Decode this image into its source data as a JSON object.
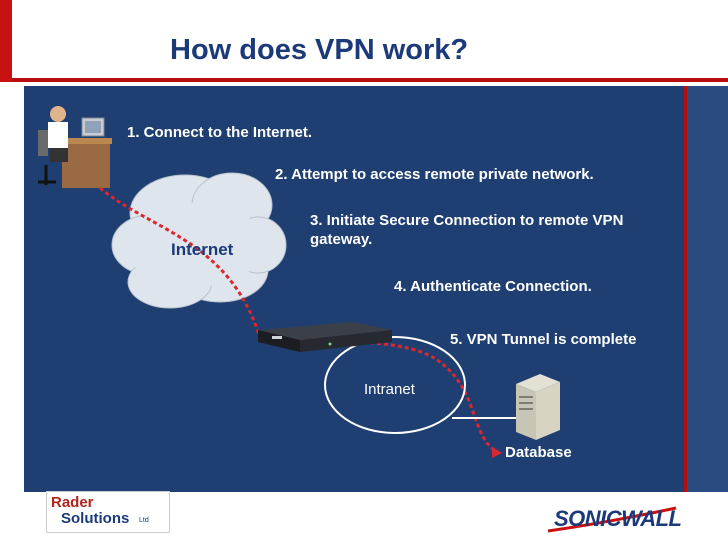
{
  "title": "How does VPN work?",
  "steps": [
    "1.  Connect to the Internet.",
    "2.  Attempt to access remote private network.",
    "3.  Initiate Secure Connection to remote VPN gateway.",
    "4.  Authenticate Connection.",
    "5.  VPN Tunnel is complete"
  ],
  "labels": {
    "internet": "Internet",
    "intranet": "Intranet",
    "database": "Database"
  },
  "logos": {
    "left_line1": "Rader",
    "left_line2": "Solutions",
    "left_suffix": "Ltd",
    "right": "SONICWALL"
  },
  "colors": {
    "background_panel": "#1f3f72",
    "title": "#1c3a7a",
    "accent_red": "#c81212",
    "tunnel_path": "#d9282f",
    "cloud": "#dfe5ec"
  },
  "icons": [
    "user-at-computer-icon",
    "vpn-gateway-appliance-icon",
    "database-server-icon",
    "cloud-shape"
  ]
}
